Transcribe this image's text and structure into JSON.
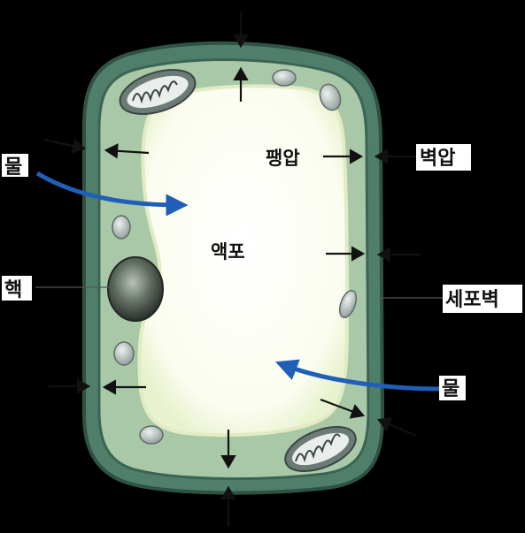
{
  "labels": {
    "water_left": "물",
    "water_right": "물",
    "nucleus": "핵",
    "turgor_pressure": "팽압",
    "wall_pressure": "벽압",
    "vacuole": "액포",
    "cell_wall": "세포벽"
  },
  "colors": {
    "background": "#000000",
    "cell_wall": "#4f7f6a",
    "cell_wall_dark": "#2f5244",
    "cytoplasm": "#a9c8a8",
    "vacuole": "#fbfdf0",
    "water_arrow": "#1f5fb8",
    "pressure_arrow": "#111111",
    "label_bg": "#ffffff"
  }
}
